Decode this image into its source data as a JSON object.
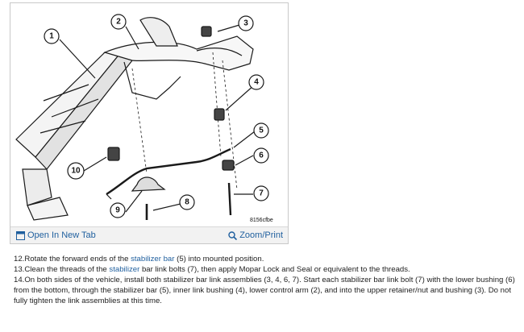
{
  "figure": {
    "callouts": [
      "1",
      "2",
      "3",
      "4",
      "5",
      "6",
      "7",
      "8",
      "9",
      "10"
    ],
    "code": "8156cfbe"
  },
  "footer": {
    "open_tab_label": "Open In New Tab",
    "zoom_label": "Zoom/Print"
  },
  "steps": [
    {
      "num": "12.",
      "pre": "Rotate the forward ends of the ",
      "link": "stabilizer bar",
      "post": " (5) into mounted position."
    },
    {
      "num": "13.",
      "pre": "Clean the threads of the ",
      "link": "stabilizer",
      "post": " bar link bolts (7), then apply Mopar Lock and Seal or equivalent to the threads."
    },
    {
      "num": "14.",
      "pre": "On both sides of the vehicle, install both stabilizer bar link assemblies (3, 4, 6, 7). Start each stabilizer bar link bolt (7) with the lower bushing (6) from the bottom, through the stabilizer bar (5), inner link bushing (4), lower control arm (2), and into the upper retainer/nut and bushing (3). Do not fully tighten the link assemblies at this time.",
      "link": "",
      "post": ""
    }
  ]
}
